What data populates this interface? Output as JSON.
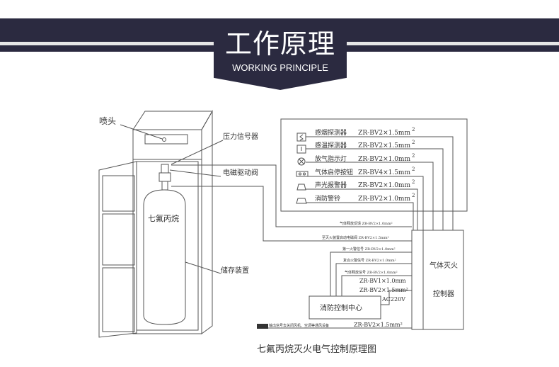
{
  "header": {
    "title_cn": "工作原理",
    "title_en": "WORKING PRINCIPLE"
  },
  "colors": {
    "navy": "#2b2a40",
    "stripe": "#e6e6e6",
    "line": "#555555"
  },
  "cabinet_labels": {
    "nozzle": "喷头",
    "pressure_switch": "压力信号器",
    "solenoid_valve": "电磁驱动阀",
    "agent": "七氟丙烷",
    "storage": "储存装置"
  },
  "devices": [
    {
      "icon": "smoke-detector-icon",
      "label": "感烟探测器",
      "spec": "ZR-BV2×1.5mm",
      "sup": "2"
    },
    {
      "icon": "heat-detector-icon",
      "label": "感温探测器",
      "spec": "ZR-BV2×1.5mm",
      "sup": "2"
    },
    {
      "icon": "release-indicator-lamp-icon",
      "label": "放气指示灯",
      "spec": "ZR-BV2×1.0mm",
      "sup": "2"
    },
    {
      "icon": "start-stop-button-icon",
      "label": "气体启停按钮",
      "spec": "ZR-BV4×1.5mm",
      "sup": "2"
    },
    {
      "icon": "sound-light-alarm-icon",
      "label": "声光报警器",
      "spec": "ZR-BV2×1.0mm",
      "sup": "2"
    },
    {
      "icon": "fire-bell-icon",
      "label": "消防警铃",
      "spec": "ZR-BV2×1.0mm",
      "sup": "2"
    }
  ],
  "wires": [
    "气体释放反馈 ZR-BV2×1.0mm²",
    "至灭火装置启动电磁阀 ZR-BV2×1.5mm²",
    "第一火警信号 ZR-BV2×1.0mm²",
    "复合火警信号 ZR-BV2×1.0mm²",
    "气体释放信号 ZR-BV2×1.0mm²"
  ],
  "power": {
    "line1": "ZR-BV1×1.0mm",
    "line2": "ZR-BV2×1.5mm²",
    "voltage": "AC220V"
  },
  "controller": {
    "line1": "气体灭火",
    "line2": "控制器"
  },
  "fire_center": "消防控制中心",
  "output": {
    "text": "输出信号去关闭风机、空调等通风设备",
    "spec": "ZR-BV2×1.5mm²"
  },
  "caption": "七氟丙烷灭火电气控制原理图"
}
